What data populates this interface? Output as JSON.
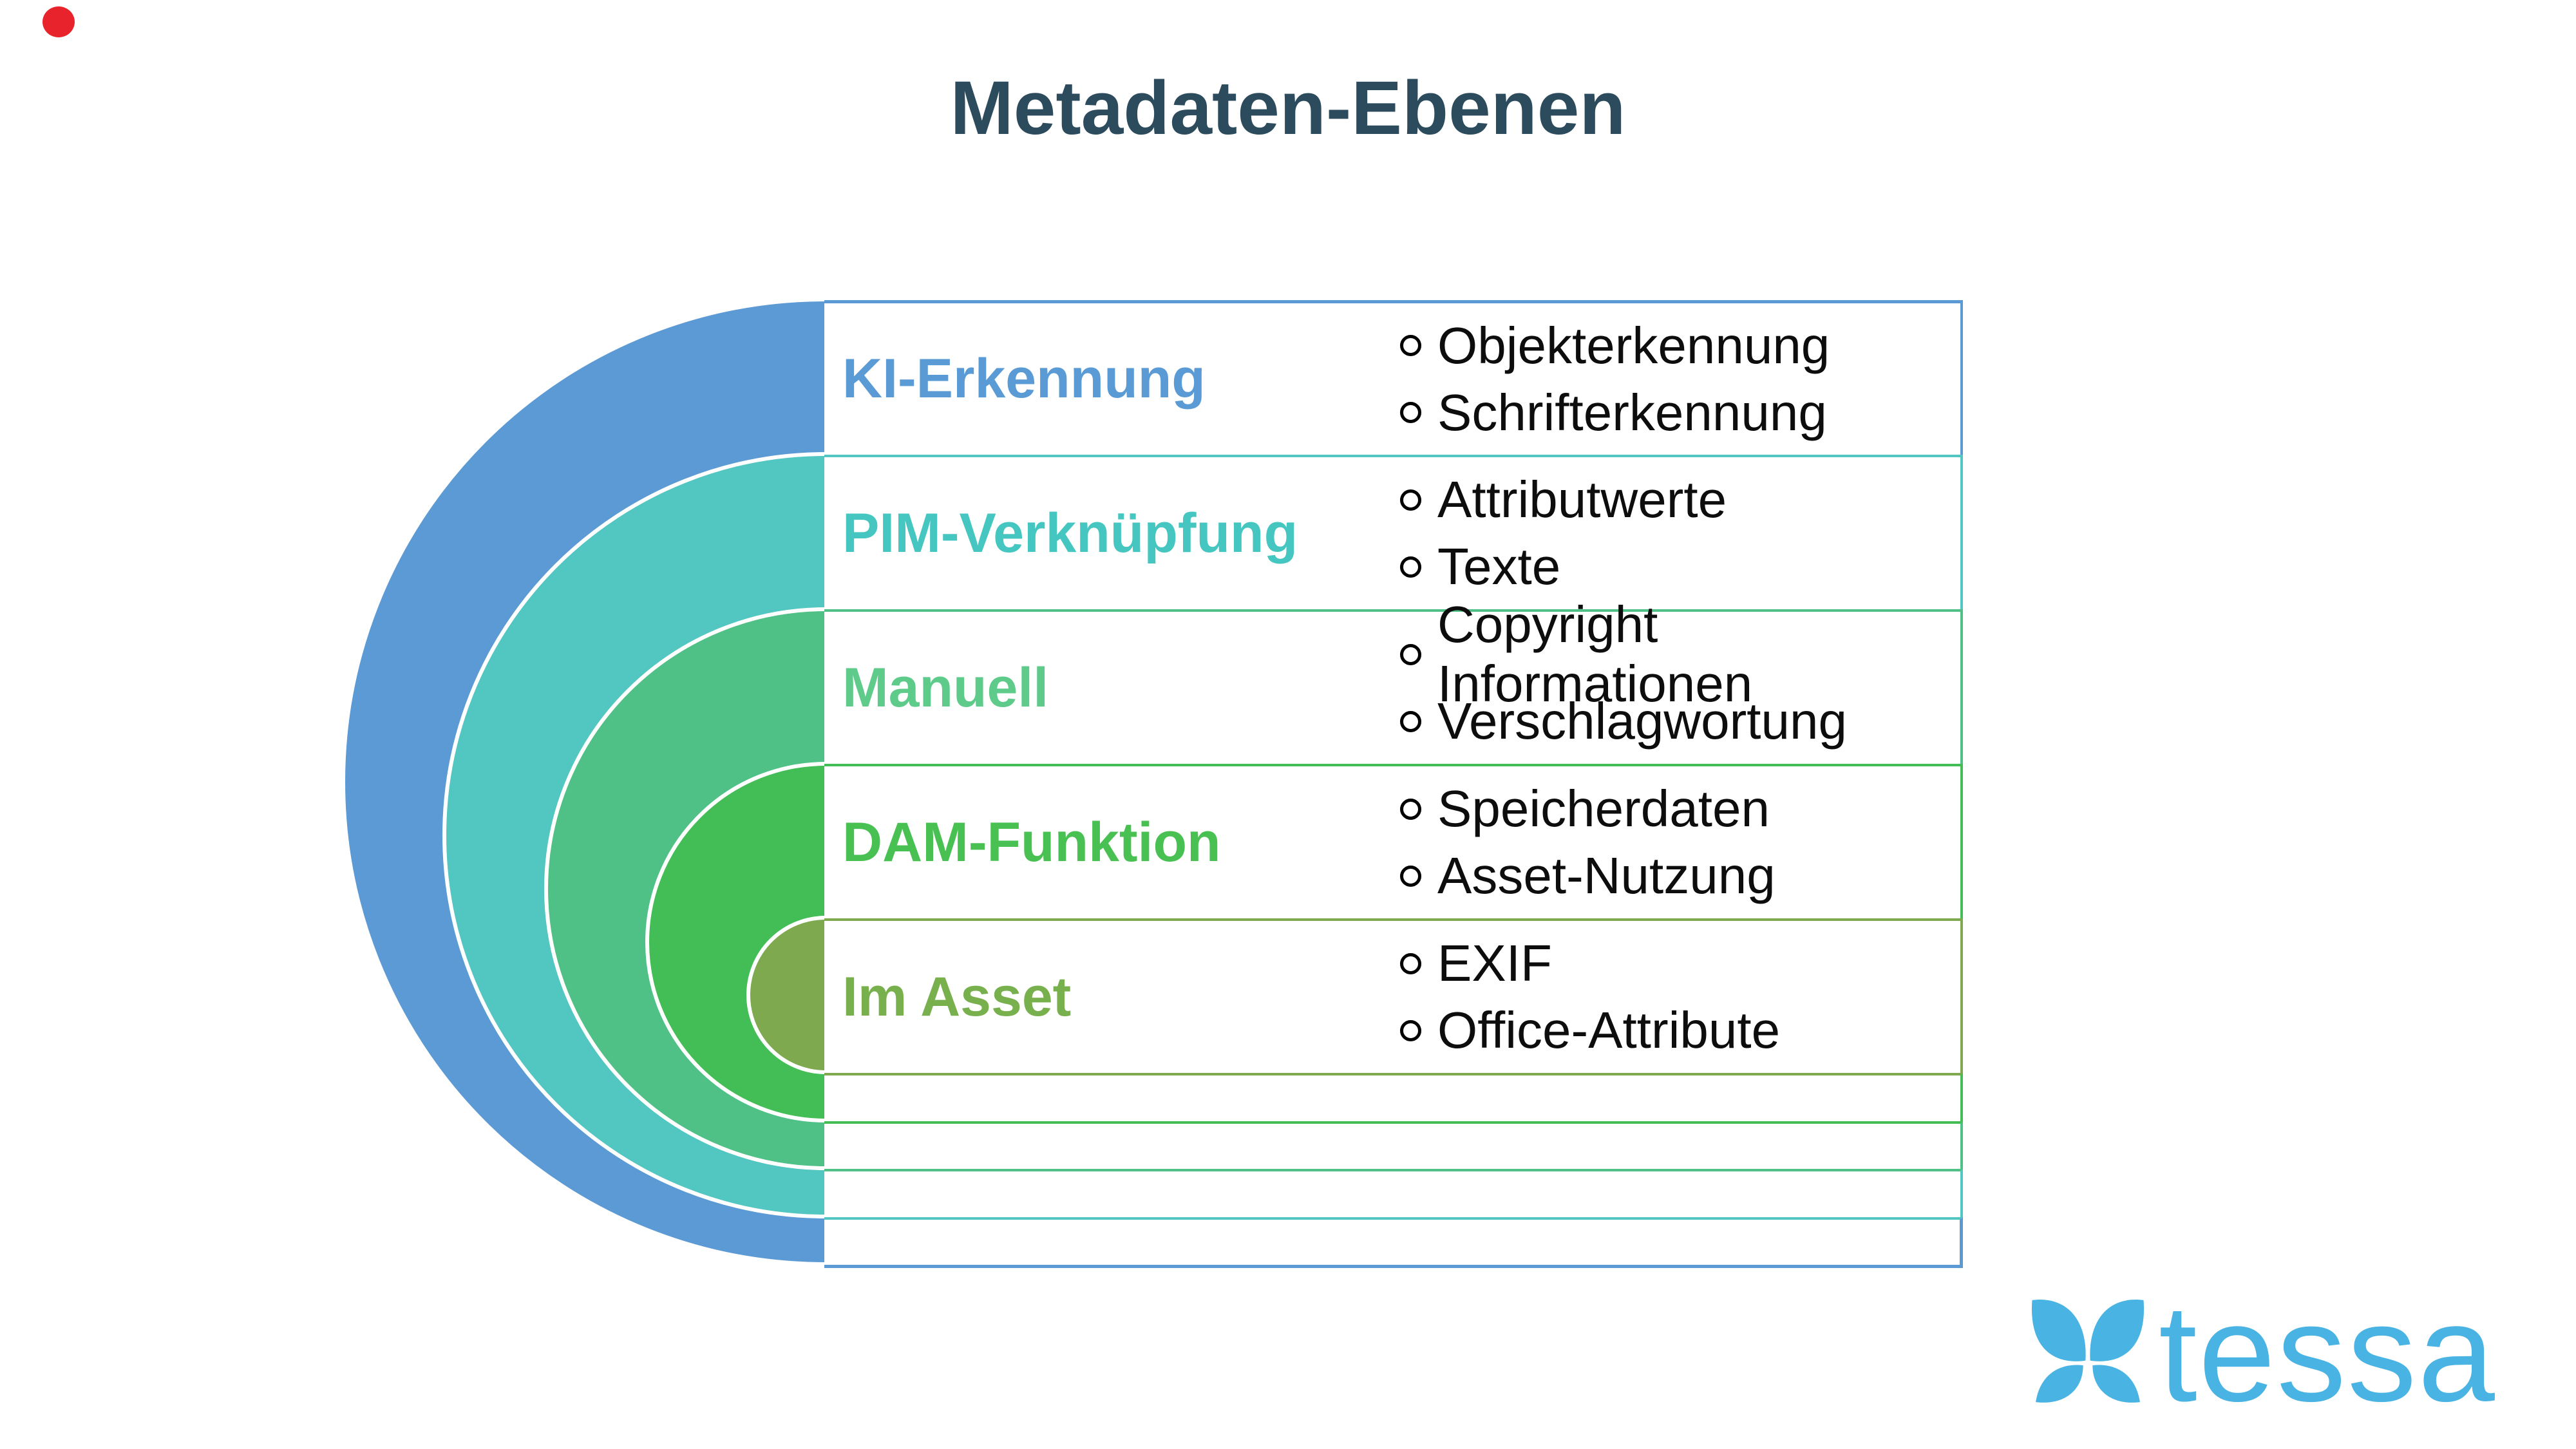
{
  "page": {
    "title": "Metadaten-Ebenen"
  },
  "rows": [
    {
      "label": "KI-Erkennung",
      "label_color": "#5B9BD5",
      "items": [
        "Objekterkennung",
        "Schrifterkennung"
      ]
    },
    {
      "label": "PIM-Verknüpfung",
      "label_color": "#45C6C1",
      "items": [
        "Attributwerte",
        "Texte"
      ]
    },
    {
      "label": "Manuell",
      "label_color": "#5ECB8B",
      "items": [
        "Copyright Informationen",
        "Verschlagwortung"
      ]
    },
    {
      "label": "DAM-Funktion",
      "label_color": "#48C152",
      "items": [
        "Speicherdaten",
        "Asset-Nutzung"
      ]
    },
    {
      "label": "Im Asset",
      "label_color": "#78B04D",
      "items": [
        "EXIF",
        "Office-Attribute"
      ]
    }
  ],
  "rings": {
    "colors": {
      "blue": "#5B9AD5",
      "teal": "#52C6C0",
      "sea_green": "#4FC186",
      "green": "#43BE56",
      "olive": "#7EA94E"
    }
  },
  "logo": {
    "text": "tessa",
    "color": "#49B4E3"
  },
  "misc": {
    "title_color": "#2C4B5C",
    "red_dot_color": "#E8232B",
    "bullet_text_color": "#0D0D0D"
  }
}
